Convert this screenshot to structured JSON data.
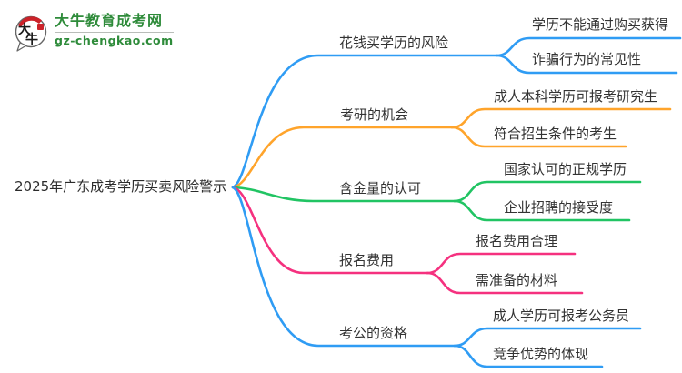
{
  "logo": {
    "icon_text": "大牛",
    "title": "大牛教育成考网",
    "domain": "gz-chengkao.com",
    "brand_green": "#2e8b3a",
    "seal_red": "#cc2229"
  },
  "root": {
    "label": "2025年广东成考学历买卖风险警示"
  },
  "branches": [
    {
      "label": "花钱买学历的风险",
      "color": "#2f9cf4",
      "children": [
        "学历不能通过购买获得",
        "诈骗行为的常见性"
      ]
    },
    {
      "label": "考研的机会",
      "color": "#ffa42b",
      "children": [
        "成人本科学历可报考研究生",
        "符合招生条件的考生"
      ]
    },
    {
      "label": "含金量的认可",
      "color": "#21c463",
      "children": [
        "国家认可的正规学历",
        "企业招聘的接受度"
      ]
    },
    {
      "label": "报名费用",
      "color": "#f5317f",
      "children": [
        "报名费用合理",
        "需准备的材料"
      ]
    },
    {
      "label": "考公的资格",
      "color": "#2f9cf4",
      "children": [
        "成人学历可报考公务员",
        "竞争优势的体现"
      ]
    }
  ],
  "text_color": "#333333",
  "background": "#ffffff"
}
